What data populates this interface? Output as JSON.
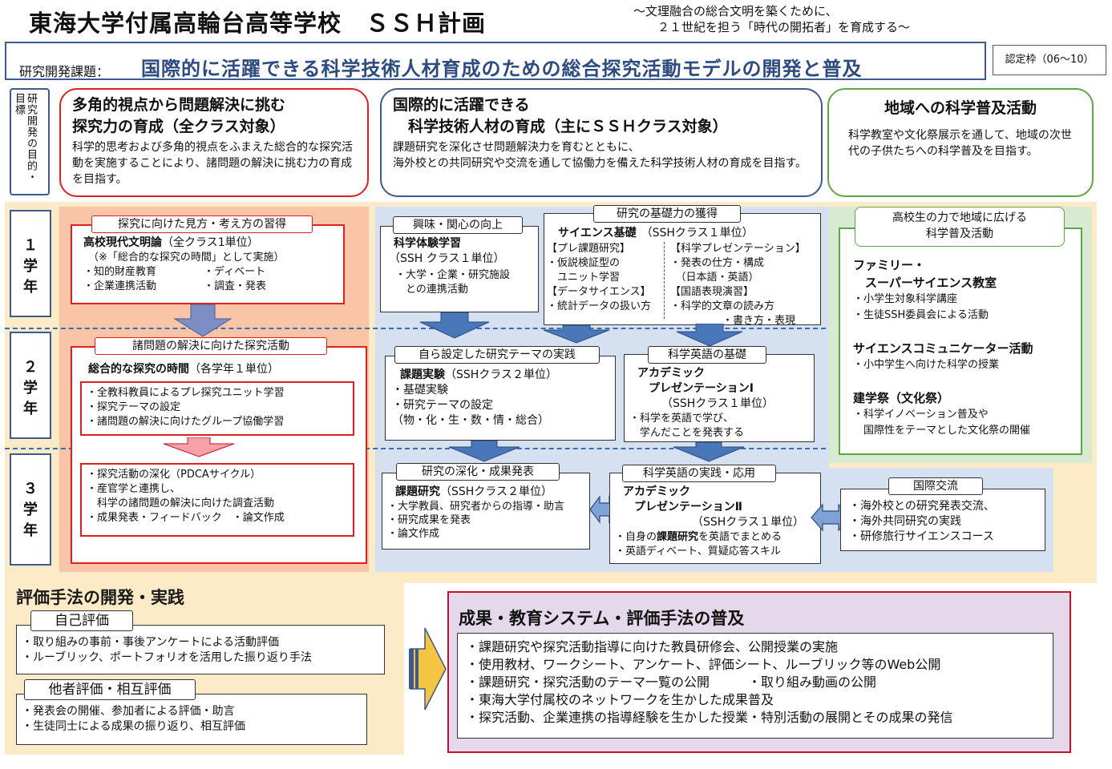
{
  "header": {
    "title": "東海大学付属高輪台高等学校　ＳＳＨ計画",
    "subtitle": "～文理融合の総合文明を築くために、\n　　２１世紀を担う「時代の開拓者」を育成する～"
  },
  "theme": {
    "label": "研究開発課題：",
    "text": "国際的に活躍できる科学技術人材育成のための総合探究活動モデルの開発と普及",
    "period": "認定枠（06～10）"
  },
  "objective_label": "研究開発の目的・目標",
  "goals": [
    {
      "title": "多角的視点から問題解決に挑む\n探究力の育成（全クラス対象）",
      "text": "科学的思考および多角的視点をふまえた総合的な探究活動を実施することにより、諸問題の解決に挑む力の育成を目指す。",
      "color": "#e02020"
    },
    {
      "title": "国際的に活躍できる\n　科学技術人材の育成（主にＳＳＨクラス対象）",
      "text": "課題研究を深化させ問題解決力を育むとともに、\n海外校との共同研究や交流を通して協働力を備えた科学技術人材の育成を目指す。",
      "color": "#3b5b8c"
    },
    {
      "title": "地域への科学普及活動",
      "text": "科学教室や文化祭展示を通して、地域の次世代の子供たちへの科学普及を目指す。",
      "color": "#5aa843"
    }
  ],
  "years": [
    "１\n学\n年",
    "２\n学\n年",
    "３\n学\n年"
  ],
  "col1": {
    "y1_tag": "探究に向けた見方・考え方の習得",
    "y1_course": "高校現代文明論",
    "y1_course_unit": "（全クラス1単位）",
    "y1_note": "（※「総合的な探究の時間」として実施）",
    "y1_items_left": "・知的財産教育\n・企業連携活動",
    "y1_items_right": "・ディベート\n・調査・発表",
    "y2_tag": "諸問題の解決に向けた探究活動",
    "y2_course": "総合的な探究の時間",
    "y2_course_unit": "（各学年１単位）",
    "y2_items": "・全教科教員によるプレ探究ユニット学習\n・探究テーマの設定\n・諸問題の解決に向けたグループ協働学習",
    "y3_items": "・探究活動の深化（PDCAサイクル）\n・産官学と連携し、\n　科学の諸問題の解決に向けた調査活動\n・成果発表・フィードバック　・論文作成"
  },
  "col2": {
    "interest_tag": "興味・関心の向上",
    "interest_course": "科学体験学習",
    "interest_unit": "（SSH クラス１単位）",
    "interest_items": "・大学・企業・研究施設\n　との連携活動",
    "basic_tag": "研究の基礎力の獲得",
    "basic_course": "サイエンス基礎",
    "basic_unit": "（SSHクラス１単位）",
    "basic_left": "【プレ課題研究】\n・仮説検証型の\n　ユニット学習\n【データサイエンス】\n・統計データの扱い方",
    "basic_right": "【科学プレゼンテーション】\n・発表の仕方・構成\n　（日本語・英語）\n【国語表現演習】\n・科学的文章の読み方\n　　　　　・書き方・表現",
    "theme_tag": "自ら設定した研究テーマの実践",
    "theme_course": "課題実験",
    "theme_unit": "（SSHクラス２単位）",
    "theme_items": "・基礎実験\n・研究テーマの設定\n（物・化・生・数・情・総合）",
    "eng_tag": "科学英語の基礎",
    "eng_course": "アカデミック\n　プレゼンテーションⅠ",
    "eng_unit": "（SSHクラス１単位）",
    "eng_items": "・科学を英語で学び、\n　学んだことを発表する",
    "deep_tag": "研究の深化・成果発表",
    "deep_course": "課題研究",
    "deep_unit": "（SSHクラス２単位）",
    "deep_items": "・大学教員、研究者からの指導・助言\n・研究成果を発表\n・論文作成",
    "eng2_tag": "科学英語の実践・応用",
    "eng2_course": "アカデミック\n　プレゼンテーションⅡ",
    "eng2_unit": "（SSHクラス１単位）",
    "eng2_items_pre": "・自身の",
    "eng2_items_bold": "課題研究",
    "eng2_items_post": "を英語でまとめる",
    "eng2_items2": "・英語ディベート、質疑応答スキル",
    "intl_tag": "国際交流",
    "intl_items": "・海外校との研究発表交流、\n・海外共同研究の実践\n・研修旅行サイエンスコース"
  },
  "col3": {
    "tag": "高校生の力で地域に広げる\n科学普及活動",
    "h1": "ファミリー・\n　スーパーサイエンス教室",
    "i1": "・小学生対象科学講座\n・生徒SSH委員会による活動",
    "h2": "サイエンスコミュニケーター活動",
    "i2": "・小中学生へ向けた科学の授業",
    "h3": "建学祭（文化祭）",
    "i3": "・科学イノベーション普及や\n　国際性をテーマとした文化祭の開催"
  },
  "evaluation": {
    "title": "評価手法の開発・実践",
    "self_tag": "自己評価",
    "self_items": "・取り組みの事前・事後アンケートによる活動評価\n・ルーブリック、ポートフォリオを活用した振り返り手法",
    "peer_tag": "他者評価・相互評価",
    "peer_items": "・発表会の開催、参加者による評価・助言\n・生徒同士による成果の振り返り、相互評価"
  },
  "result": {
    "title": "成果・教育システム・評価手法の普及",
    "items": "・課題研究や探究活動指導に向けた教員研修会、公開授業の実施\n・使用教材、ワークシート、アンケート、評価シート、ルーブリック等のWeb公開\n・課題研究・探究活動のテーマ一覧の公開　　　・取り組み動画の公開\n・東海大学付属校のネットワークを生かした成果普及\n・探究活動、企業連携の指導経験を生かした授業・特別活動の展開とその成果の発信"
  }
}
